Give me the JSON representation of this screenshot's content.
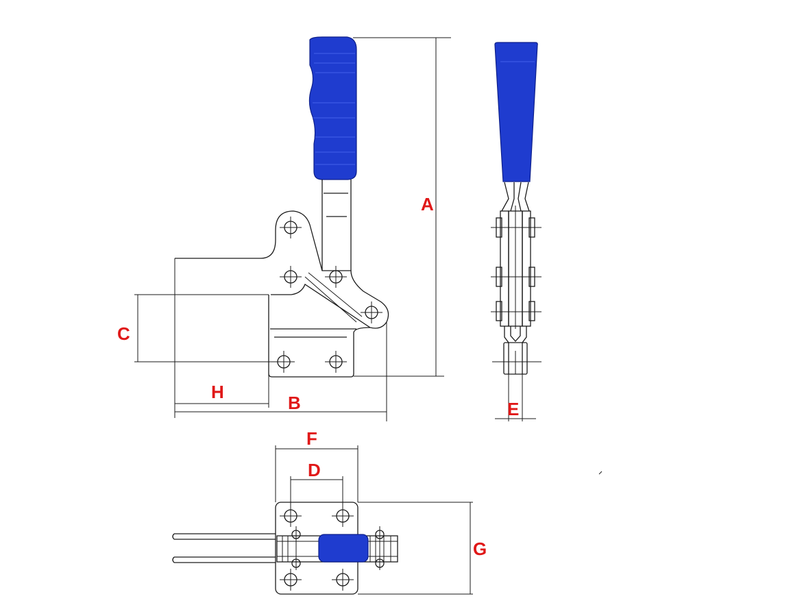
{
  "labels": {
    "A": "A",
    "B": "B",
    "C": "C",
    "D": "D",
    "E": "E",
    "F": "F",
    "G": "G",
    "H": "H"
  },
  "colors": {
    "handle": "#1f3ccf",
    "dimension_label": "#e01818",
    "outline": "#1a1a1a"
  }
}
